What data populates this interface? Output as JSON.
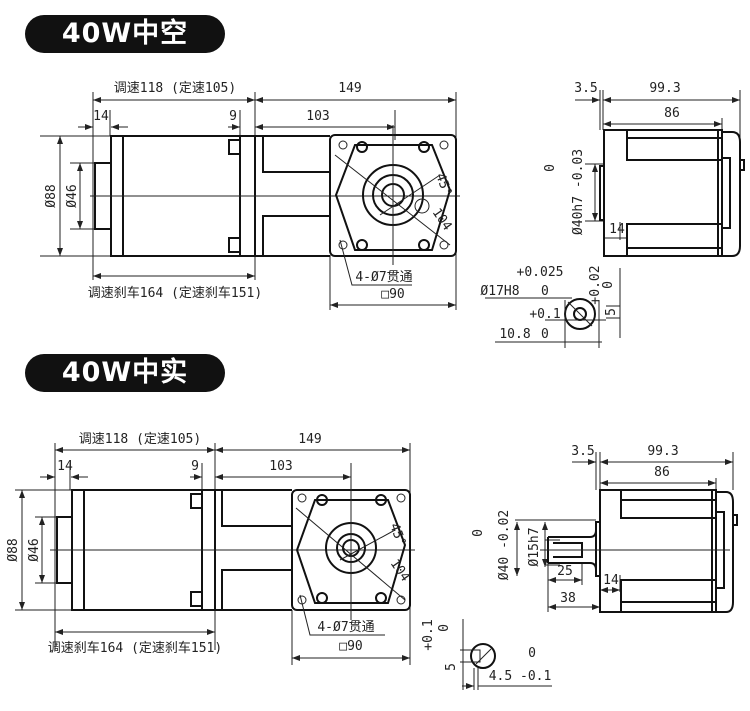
{
  "sections": [
    {
      "title": "40W中空",
      "side": {
        "length_label": "调速118 (定速105)",
        "gear_length": "149",
        "rear_cap": "14",
        "flange_gap": "9",
        "gear_body": "103",
        "dia_outer": "Ø88",
        "dia_inner": "Ø46",
        "brake_length": "调速刹车164 (定速刹车151)",
        "mount_holes": "4-Ø7贯通",
        "square": "□90",
        "angle": "45°",
        "pcd": "104"
      },
      "end": {
        "plate": "3.5",
        "total": "99.3",
        "body": "86",
        "boss_tol_upper": "0",
        "boss_dia": "Ø40h7 -0.03",
        "boss_len": "14"
      },
      "bore": {
        "bore_tol_upper": "+0.025",
        "bore_dia": "Ø17H8",
        "bore_tol_lower": "0",
        "key_tol_upper": "+0.1",
        "key_depth": "10.8",
        "key_tol_lower": "0",
        "key_width_tol": "+0.02",
        "key_width_tol_lower": "0",
        "key_width": "5"
      }
    },
    {
      "title": "40W中实",
      "side": {
        "length_label": "调速118 (定速105)",
        "gear_length": "149",
        "rear_cap": "14",
        "flange_gap": "9",
        "gear_body": "103",
        "dia_outer": "Ø88",
        "dia_inner": "Ø46",
        "brake_length": "调速刹车164 (定速刹车151)",
        "mount_holes": "4-Ø7贯通",
        "square": "□90",
        "angle": "45°",
        "pcd": "104"
      },
      "end": {
        "plate": "3.5",
        "total": "99.3",
        "body": "86",
        "boss_tol_upper": "0",
        "boss_dia": "Ø40 -0.02",
        "shaft_dia": "Ø15h7",
        "shaft_key_len": "25",
        "shaft_len": "38",
        "boss_len": "14"
      },
      "key": {
        "width_tol_upper": "+0.1",
        "width_tol_lower": "0",
        "width": "5",
        "depth_tol_upper": "0",
        "depth": "4.5 -0.1"
      }
    }
  ]
}
